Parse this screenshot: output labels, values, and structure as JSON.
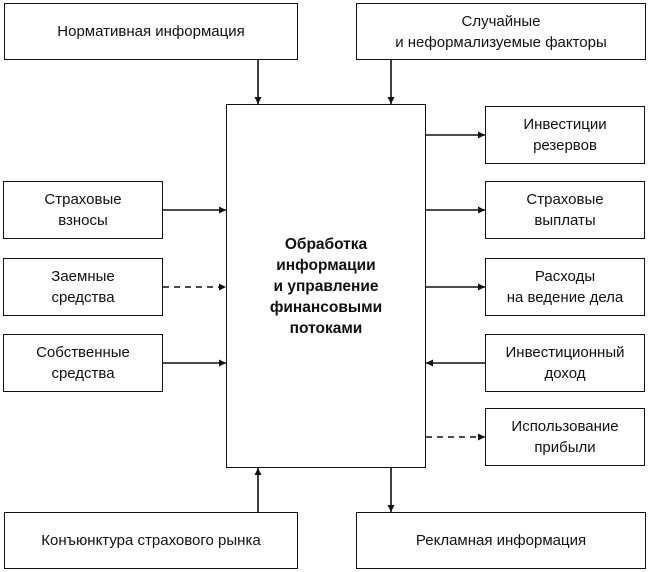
{
  "diagram": {
    "center": {
      "lines": [
        "Обработка",
        "информации",
        "и управление",
        "финансовыми",
        "потоками"
      ]
    },
    "top": {
      "normative": [
        "Нормативная информация"
      ],
      "random": [
        "Случайные",
        "и неформализуемые факторы"
      ]
    },
    "left": [
      {
        "lines": [
          "Страховые",
          "взносы"
        ],
        "flow": "solid"
      },
      {
        "lines": [
          "Заемные",
          "средства"
        ],
        "flow": "dashed"
      },
      {
        "lines": [
          "Собственные",
          "средства"
        ],
        "flow": "solid"
      }
    ],
    "right": [
      {
        "lines": [
          "Инвестиции",
          "резервов"
        ],
        "flow": "solid-out"
      },
      {
        "lines": [
          "Страховые",
          "выплаты"
        ],
        "flow": "solid-out"
      },
      {
        "lines": [
          "Расходы",
          "на ведение дела"
        ],
        "flow": "solid-out"
      },
      {
        "lines": [
          "Инвестиционный",
          "доход"
        ],
        "flow": "solid-in"
      },
      {
        "lines": [
          "Использование",
          "прибыли"
        ],
        "flow": "dashed-out"
      }
    ],
    "bottom": {
      "market": [
        "Конъюнктура страхового рынка"
      ],
      "advertising": [
        "Рекламная информация"
      ]
    }
  }
}
